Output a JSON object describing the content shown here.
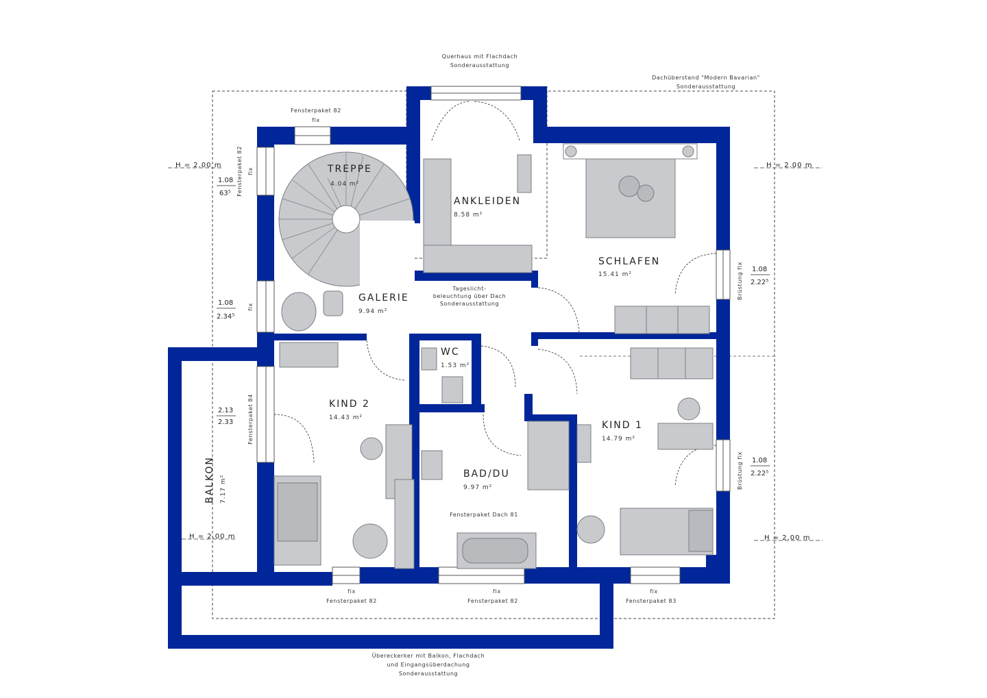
{
  "rooms": {
    "treppe": {
      "name": "TREPPE",
      "area": "4.04 m²"
    },
    "ankleiden": {
      "name": "ANKLEIDEN",
      "area": "8.58 m²"
    },
    "schlafen": {
      "name": "SCHLAFEN",
      "area": "15.41 m²"
    },
    "galerie": {
      "name": "GALERIE",
      "area": "9.94 m²"
    },
    "wc": {
      "name": "WC",
      "area": "1.53 m²"
    },
    "kind2": {
      "name": "KIND 2",
      "area": "14.43 m²"
    },
    "kind1": {
      "name": "KIND 1",
      "area": "14.79 m²"
    },
    "bad": {
      "name": "BAD/DU",
      "area": "9.97 m²"
    },
    "balkon": {
      "name": "BALKON",
      "area": "7.17 m²"
    }
  },
  "notes": {
    "querhaus_1": "Querhaus mit Flachdach",
    "querhaus_2": "Sonderausstattung",
    "dach_1": "Dachüberstand \"Modern Bavarian\"",
    "dach_2": "Sonderausstattung",
    "fp82_top": "Fensterpaket 82",
    "fix_top": "fix",
    "fp82_left": "Fensterpaket 82",
    "fix_left": "fix",
    "fix_galerie": "fix",
    "fp84": "Fensterpaket 84",
    "tages_1": "Tageslicht-",
    "tages_2": "beleuchtung über Dach",
    "tages_3": "Sonderausstattung",
    "fpdach81": "Fensterpaket Dach 81",
    "brustung_1": "Brüstung fix",
    "brustung_2": "Brüstung fix",
    "fix_b1": "fix",
    "fp82_b1": "Fensterpaket 82",
    "fix_b2": "fix",
    "fp82_b2": "Fensterpaket 82",
    "fix_b3": "fix",
    "fp83": "Fensterpaket 83",
    "erker_1": "Übereckerker mit Balkon, Flachdach",
    "erker_2": "und Eingangsüberdachung",
    "erker_3": "Sonderausstattung"
  },
  "heights": {
    "h_left_top": "H = 2.00 m",
    "h_right_top": "H = 2.00 m",
    "h_left_bottom": "H = 2.00 m",
    "h_right_bottom": "H = 2.00 m"
  },
  "window_dims": {
    "w1_top": "1.08",
    "w1_bot": "63⁵",
    "w2_top": "1.08",
    "w2_bot": "2.34⁵",
    "w3_top": "2.13",
    "w3_bot": "2.33",
    "w4_top": "1.08",
    "w4_bot": "2.22⁵",
    "w5_top": "1.08",
    "w5_bot": "2.22⁵"
  },
  "colors": {
    "wall": "#002699",
    "furniture": "#c8cacd",
    "furniture_stroke": "#7a7d82",
    "line": "#333333"
  }
}
